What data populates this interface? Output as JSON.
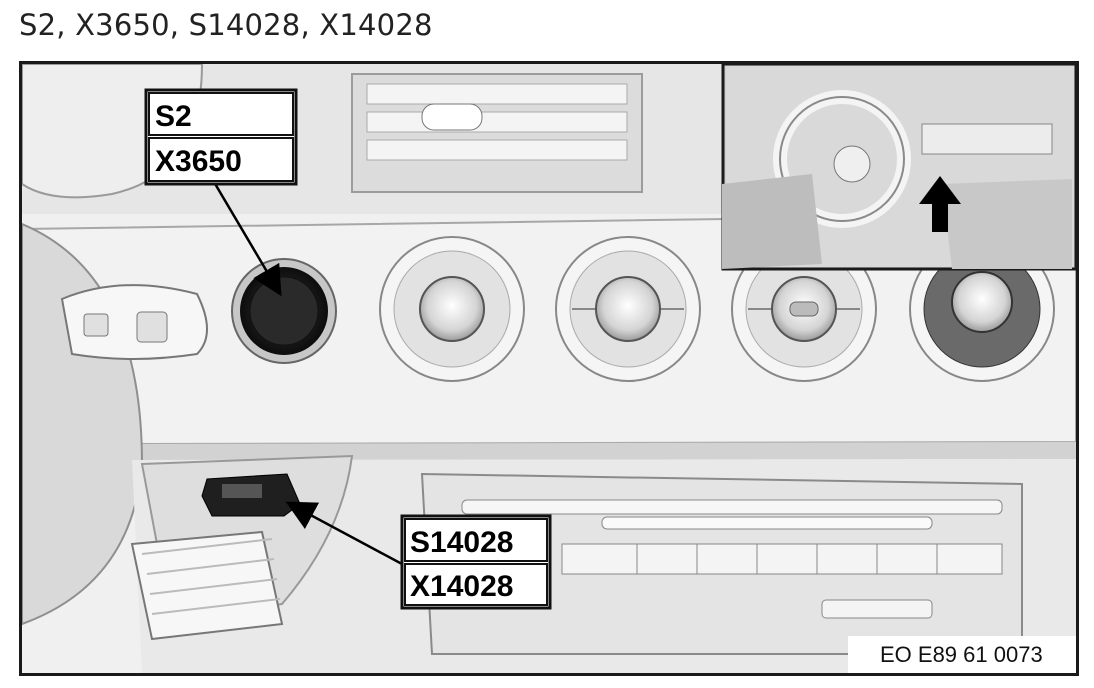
{
  "caption": "S2, X3650, S14028, X14028",
  "labels": {
    "top_label_1": "S2",
    "top_label_2": "X3650",
    "bottom_label_1": "S14028",
    "bottom_label_2": "X14028"
  },
  "image_code": "EO E89 61 0073",
  "colors": {
    "frame": "#1a1a1a",
    "panel": "#ececec",
    "panel_shadow": "#bdbdbd",
    "dark_part": "#222222"
  }
}
